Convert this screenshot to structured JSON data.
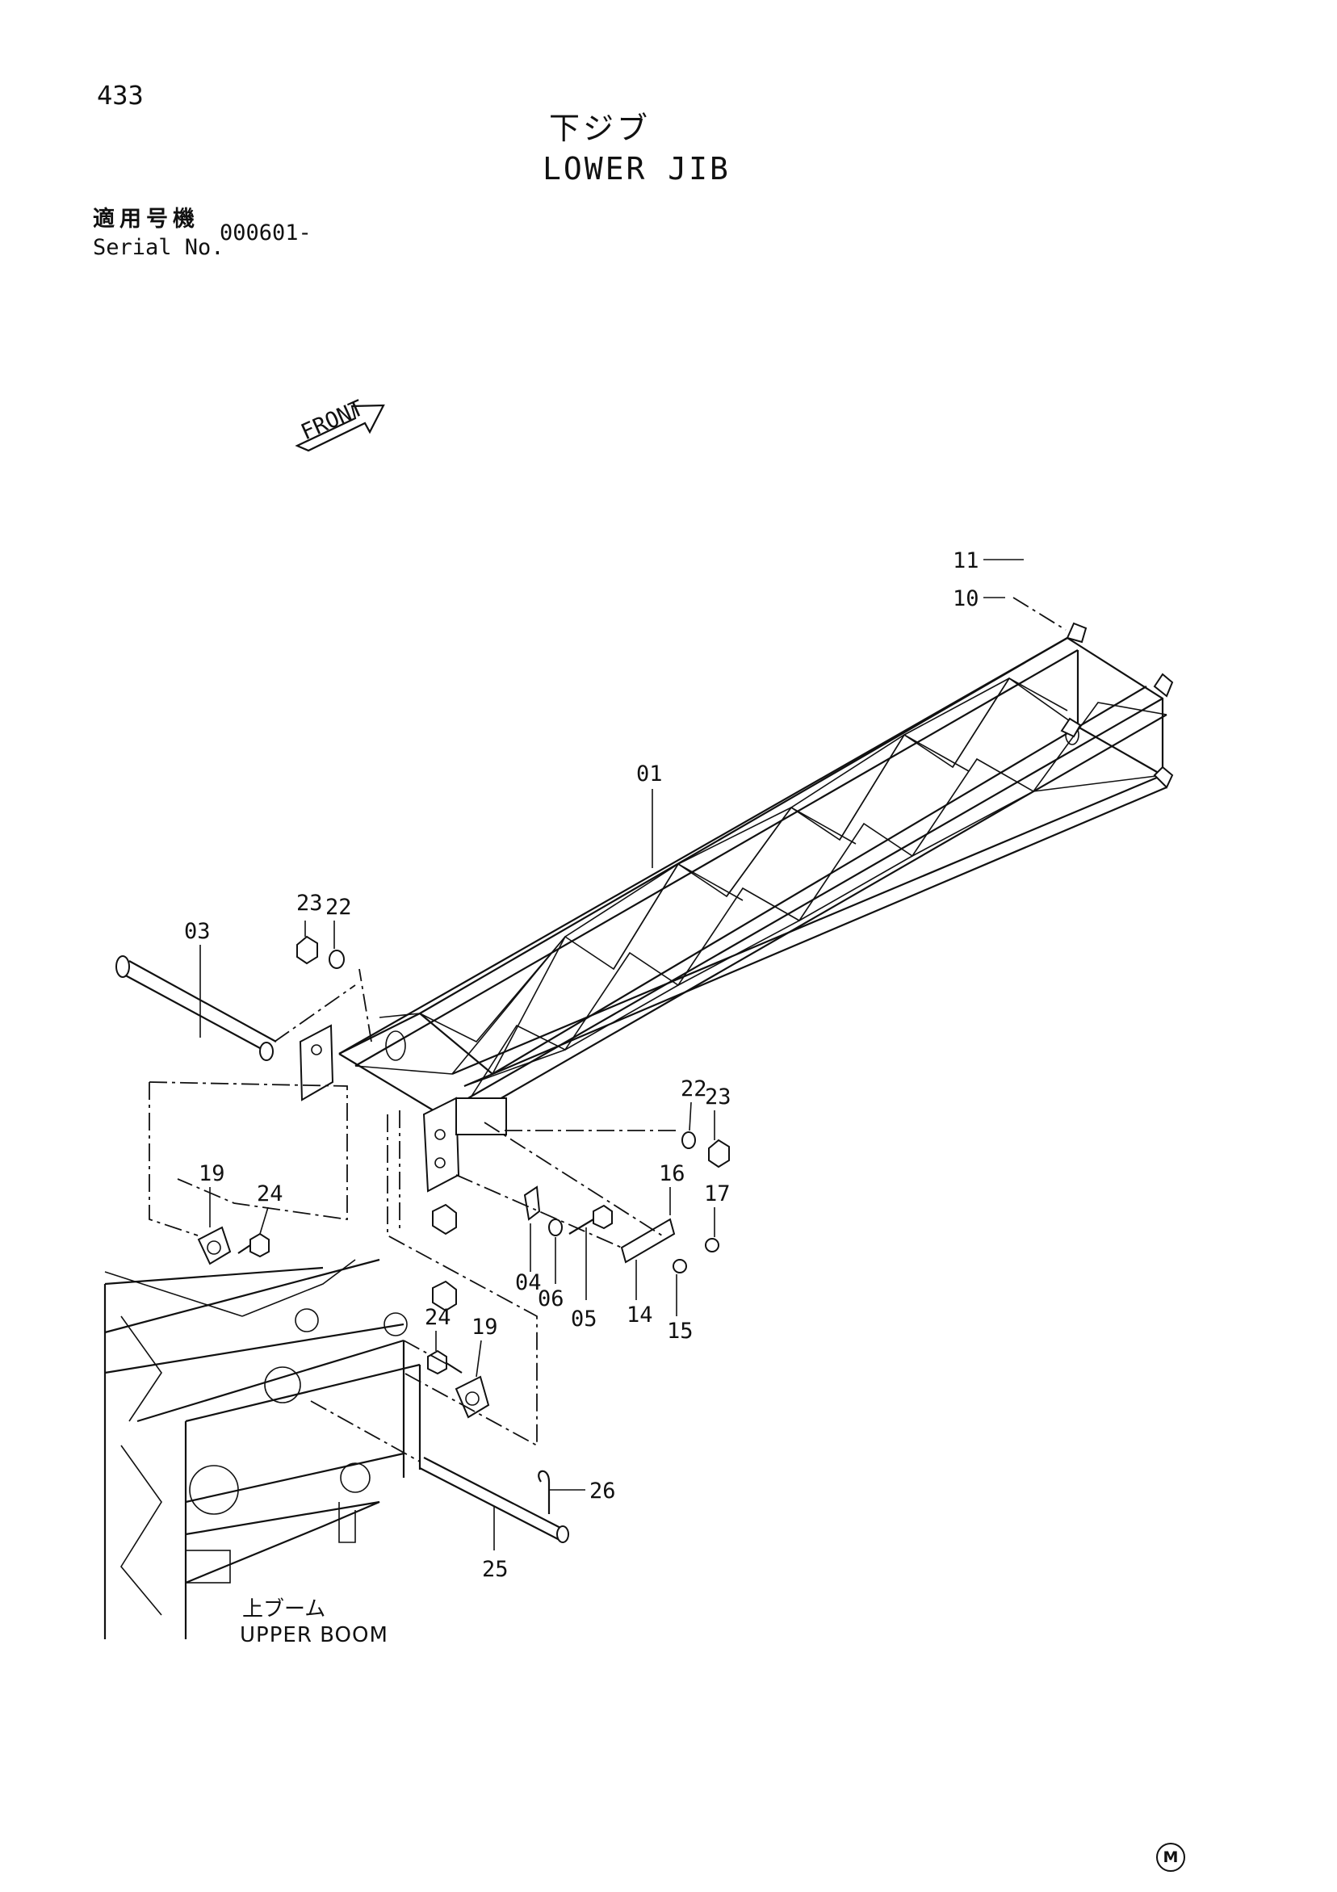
{
  "header": {
    "page_number": "433",
    "title_jp": "下ジブ",
    "title_en": "LOWER JIB",
    "serial_label_jp": "適用号機",
    "serial_label_en": "Serial No.",
    "serial_value": "000601-"
  },
  "front_arrow": {
    "label": "FRONT"
  },
  "upper_boom": {
    "label_jp": "上ブーム",
    "label_en": "UPPER BOOM"
  },
  "mark": "M",
  "callouts": {
    "c01": "01",
    "c03": "03",
    "c04": "04",
    "c05": "05",
    "c06": "06",
    "c10": "10",
    "c11": "11",
    "c14": "14",
    "c15": "15",
    "c16": "16",
    "c17": "17",
    "c19a": "19",
    "c19b": "19",
    "c22a": "22",
    "c22b": "22",
    "c23a": "23",
    "c23b": "23",
    "c24a": "24",
    "c24b": "24",
    "c25": "25",
    "c26": "26"
  }
}
